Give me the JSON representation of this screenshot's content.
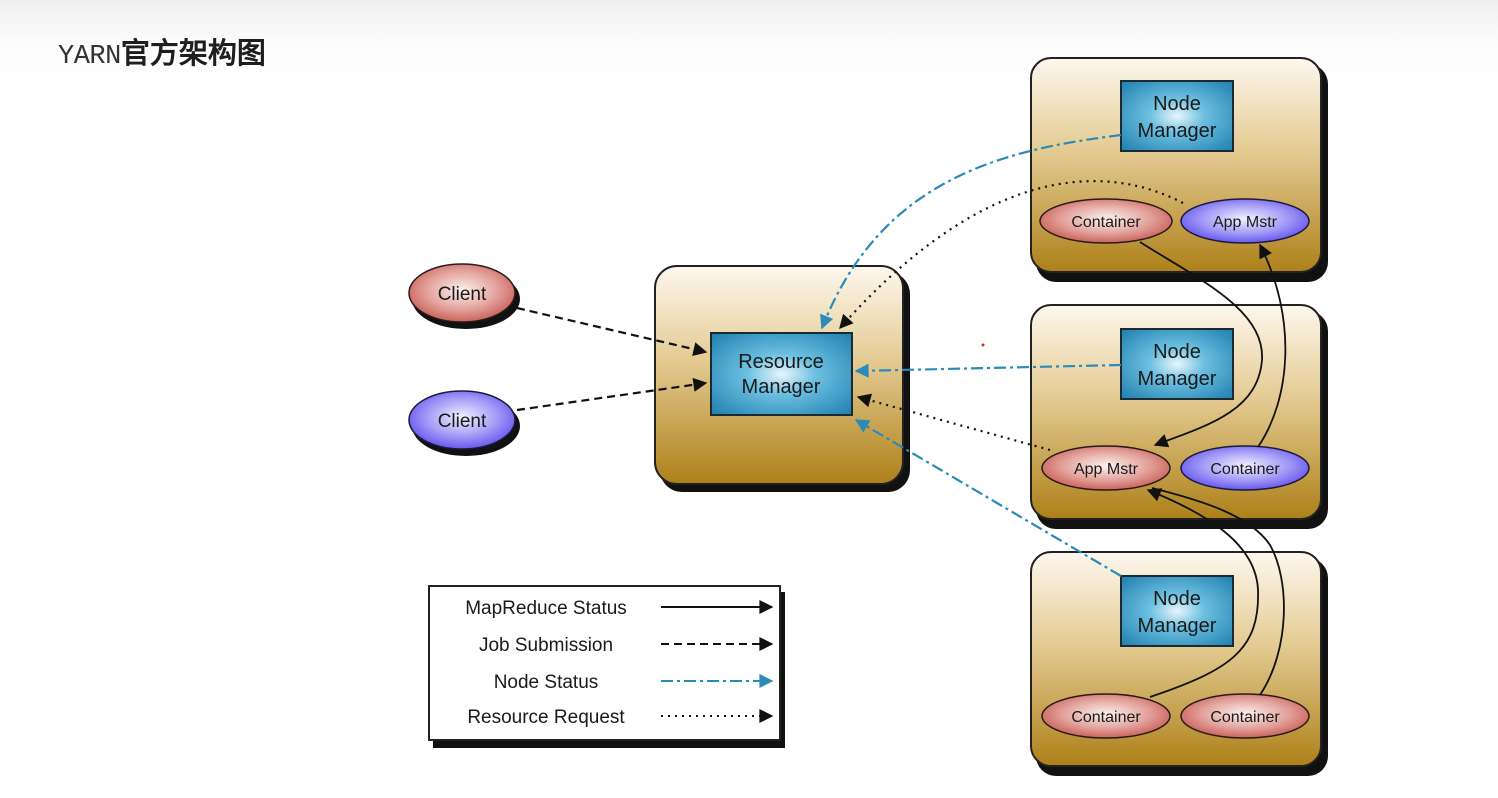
{
  "title": {
    "latin": "YARN",
    "cjk": "官方架构图"
  },
  "colors": {
    "panel_top": "#fbf3e3",
    "panel_bottom": "#b0841d",
    "manager_box": "#2a8ab8",
    "oval_red": "#c8625a",
    "oval_blue": "#6b5cf0",
    "node_status_line": "#2b8ab8",
    "line_black": "#111111"
  },
  "clients": [
    {
      "label": "Client",
      "color": "red"
    },
    {
      "label": "Client",
      "color": "blue"
    }
  ],
  "resource_manager": {
    "line1": "Resource",
    "line2": "Manager"
  },
  "nodes": [
    {
      "manager": {
        "line1": "Node",
        "line2": "Manager"
      },
      "left": {
        "label": "Container",
        "color": "red"
      },
      "right": {
        "label": "App Mstr",
        "color": "blue"
      }
    },
    {
      "manager": {
        "line1": "Node",
        "line2": "Manager"
      },
      "left": {
        "label": "App Mstr",
        "color": "red"
      },
      "right": {
        "label": "Container",
        "color": "blue"
      }
    },
    {
      "manager": {
        "line1": "Node",
        "line2": "Manager"
      },
      "left": {
        "label": "Container",
        "color": "red"
      },
      "right": {
        "label": "Container",
        "color": "red"
      }
    }
  ],
  "legend": [
    {
      "label": "MapReduce Status",
      "style": "solid"
    },
    {
      "label": "Job Submission",
      "style": "dashed"
    },
    {
      "label": "Node Status",
      "style": "dash-dot"
    },
    {
      "label": "Resource Request",
      "style": "dotted"
    }
  ]
}
